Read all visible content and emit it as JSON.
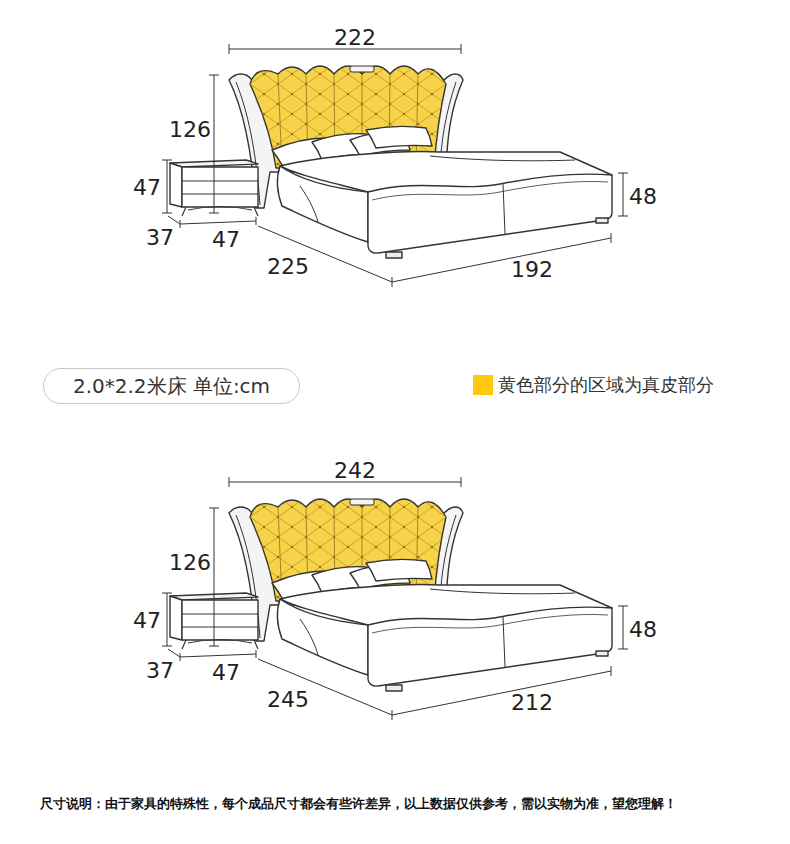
{
  "diagram": {
    "nodes": [
      {
        "text": [
          "2.0*2.2米床 单位:cm"
        ]
      }
    ],
    "labels": [
      "222",
      "126",
      "47",
      "37",
      "47",
      "225",
      "192",
      "48",
      "242",
      "126",
      "47",
      "37",
      "47",
      "245",
      "212",
      "48",
      "尺寸说明：由于家具的特殊性，每个成品尺寸都会有些许差异，以上数据仅供参考，需以实物为准，望您理解！"
    ],
    "legend": [
      {
        "text": "黄色部分的区域为真皮部分",
        "color": "#FFC90E"
      }
    ]
  }
}
